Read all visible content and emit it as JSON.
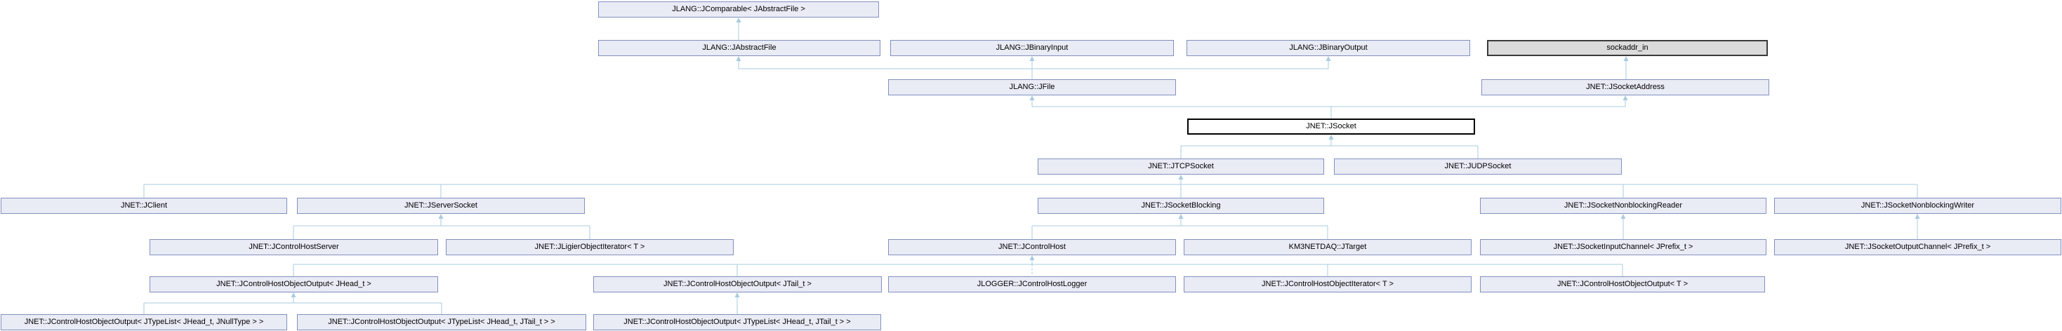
{
  "diagram": {
    "type": "class-inheritance-graph",
    "colors": {
      "background": "#ffffff",
      "edge": "#a9cbdf",
      "node_fill": "#e9ebf5",
      "node_border": "#8290bf",
      "current_node_fill": "#ffffff",
      "current_node_border": "#000000",
      "external_node_fill": "#dbdbdb",
      "external_node_border": "#3a3a3a",
      "text": "#000000"
    },
    "nodes": [
      {
        "label": "JLANG::JComparable< JAbstractFile >",
        "style": "default"
      },
      {
        "label": "JLANG::JAbstractFile",
        "style": "default"
      },
      {
        "label": "JLANG::JBinaryInput",
        "style": "default"
      },
      {
        "label": "JLANG::JBinaryOutput",
        "style": "default"
      },
      {
        "label": "sockaddr_in",
        "style": "external"
      },
      {
        "label": "JLANG::JFile",
        "style": "default"
      },
      {
        "label": "JNET::JSocketAddress",
        "style": "default"
      },
      {
        "label": "JNET::JSocket",
        "style": "current"
      },
      {
        "label": "JNET::JTCPSocket",
        "style": "default"
      },
      {
        "label": "JNET::JUDPSocket",
        "style": "default"
      },
      {
        "label": "JNET::JClient",
        "style": "default"
      },
      {
        "label": "JNET::JServerSocket",
        "style": "default"
      },
      {
        "label": "JNET::JSocketBlocking",
        "style": "default"
      },
      {
        "label": "JNET::JSocketNonblockingReader",
        "style": "default"
      },
      {
        "label": "JNET::JSocketNonblockingWriter",
        "style": "default"
      },
      {
        "label": "JNET::JControlHostServer",
        "style": "default"
      },
      {
        "label": "JNET::JLigierObjectIterator< T >",
        "style": "default"
      },
      {
        "label": "JNET::JControlHost",
        "style": "default"
      },
      {
        "label": "KM3NETDAQ::JTarget",
        "style": "default"
      },
      {
        "label": "JNET::JSocketInputChannel< JPrefix_t >",
        "style": "default"
      },
      {
        "label": "JNET::JSocketOutputChannel< JPrefix_t >",
        "style": "default"
      },
      {
        "label": "JNET::JControlHostObjectOutput< JHead_t >",
        "style": "default"
      },
      {
        "label": "JNET::JControlHostObjectOutput< JTail_t >",
        "style": "default"
      },
      {
        "label": "JLOGGER::JControlHostLogger",
        "style": "default"
      },
      {
        "label": "JNET::JControlHostObjectIterator< T >",
        "style": "default"
      },
      {
        "label": "JNET::JControlHostObjectOutput< T >",
        "style": "default"
      },
      {
        "label": "JNET::JControlHostObjectOutput< JTypeList< JHead_t, JNullType > >",
        "style": "default"
      },
      {
        "label": "JNET::JControlHostObjectOutput< JTypeList< JHead_t, JTail_t > >",
        "style": "default"
      },
      {
        "label": "JNET::JControlHostObjectOutput< JTypeList< JHead_t, JTail_t > >",
        "style": "default"
      }
    ],
    "edges": [
      {
        "child": "JLANG::JAbstractFile",
        "parent": "JLANG::JComparable< JAbstractFile >",
        "style": "solid"
      },
      {
        "child": "JLANG::JFile",
        "parent": "JLANG::JAbstractFile",
        "style": "solid"
      },
      {
        "child": "JLANG::JFile",
        "parent": "JLANG::JBinaryInput",
        "style": "solid"
      },
      {
        "child": "JLANG::JFile",
        "parent": "JLANG::JBinaryOutput",
        "style": "solid"
      },
      {
        "child": "JNET::JSocketAddress",
        "parent": "sockaddr_in",
        "style": "solid"
      },
      {
        "child": "JNET::JSocket",
        "parent": "JLANG::JFile",
        "style": "solid"
      },
      {
        "child": "JNET::JSocket",
        "parent": "JNET::JSocketAddress",
        "style": "solid"
      },
      {
        "child": "JNET::JTCPSocket",
        "parent": "JNET::JSocket",
        "style": "solid"
      },
      {
        "child": "JNET::JUDPSocket",
        "parent": "JNET::JSocket",
        "style": "solid"
      },
      {
        "child": "JNET::JClient",
        "parent": "JNET::JTCPSocket",
        "style": "solid"
      },
      {
        "child": "JNET::JServerSocket",
        "parent": "JNET::JTCPSocket",
        "style": "solid"
      },
      {
        "child": "JNET::JSocketBlocking",
        "parent": "JNET::JTCPSocket",
        "style": "solid"
      },
      {
        "child": "JNET::JSocketNonblockingReader",
        "parent": "JNET::JTCPSocket",
        "style": "solid"
      },
      {
        "child": "JNET::JSocketNonblockingWriter",
        "parent": "JNET::JTCPSocket",
        "style": "solid"
      },
      {
        "child": "JNET::JControlHostServer",
        "parent": "JNET::JServerSocket",
        "style": "solid"
      },
      {
        "child": "JNET::JLigierObjectIterator< T >",
        "parent": "JNET::JServerSocket",
        "style": "solid"
      },
      {
        "child": "JNET::JControlHost",
        "parent": "JNET::JSocketBlocking",
        "style": "solid"
      },
      {
        "child": "KM3NETDAQ::JTarget",
        "parent": "JNET::JSocketBlocking",
        "style": "solid"
      },
      {
        "child": "JNET::JSocketInputChannel< JPrefix_t >",
        "parent": "JNET::JSocketNonblockingReader",
        "style": "solid"
      },
      {
        "child": "JNET::JSocketOutputChannel< JPrefix_t >",
        "parent": "JNET::JSocketNonblockingWriter",
        "style": "solid"
      },
      {
        "child": "JNET::JControlHostObjectOutput< JHead_t >",
        "parent": "JNET::JControlHost",
        "style": "solid"
      },
      {
        "child": "JNET::JControlHostObjectOutput< JTail_t >",
        "parent": "JNET::JControlHost",
        "style": "solid"
      },
      {
        "child": "JLOGGER::JControlHostLogger",
        "parent": "JNET::JControlHost",
        "style": "dashed"
      },
      {
        "child": "JNET::JControlHostObjectIterator< T >",
        "parent": "JNET::JControlHost",
        "style": "solid"
      },
      {
        "child": "JNET::JControlHostObjectOutput< T >",
        "parent": "JNET::JControlHost",
        "style": "solid"
      },
      {
        "child": "JNET::JControlHostObjectOutput< JTypeList< JHead_t, JNullType > >",
        "parent": "JNET::JControlHostObjectOutput< JHead_t >",
        "style": "solid"
      },
      {
        "child": "JNET::JControlHostObjectOutput< JTypeList< JHead_t, JTail_t > > (left)",
        "parent": "JNET::JControlHostObjectOutput< JHead_t >",
        "style": "solid"
      },
      {
        "child": "JNET::JControlHostObjectOutput< JTypeList< JHead_t, JTail_t > > (right)",
        "parent": "JNET::JControlHostObjectOutput< JTail_t >",
        "style": "solid"
      }
    ]
  }
}
